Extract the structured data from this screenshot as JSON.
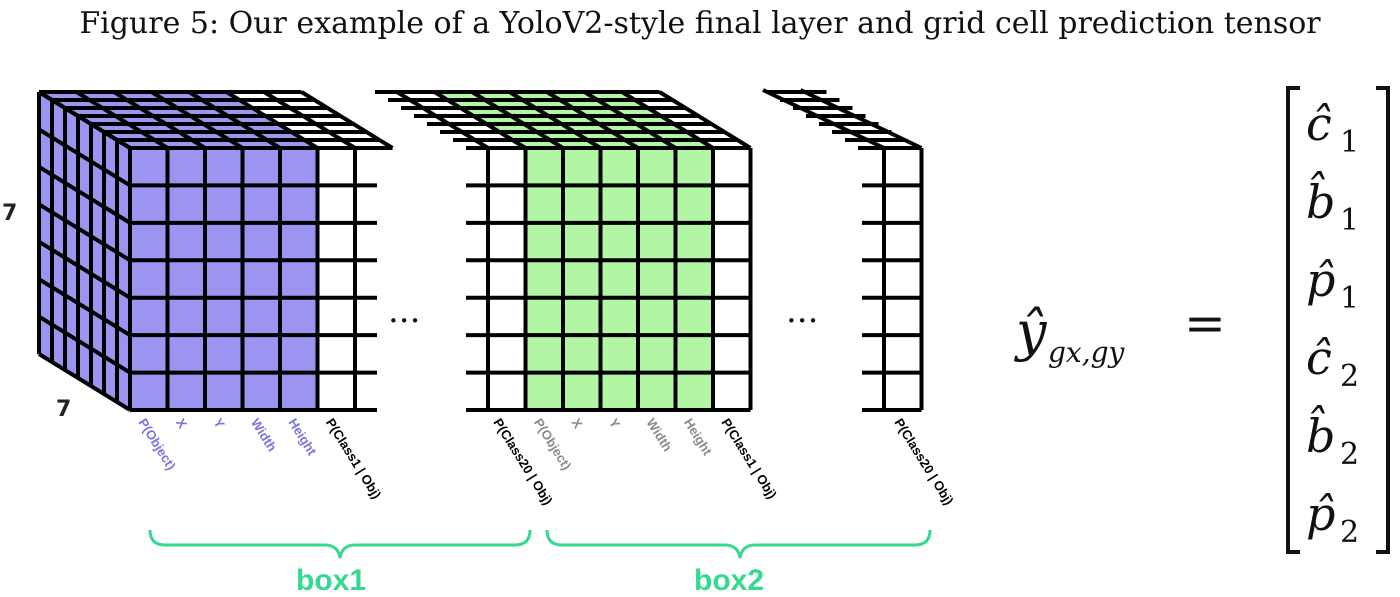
{
  "caption": "Figure 5: Our example of a YoloV2-style final layer and grid cell prediction tensor",
  "dims": {
    "height": "7",
    "width": "7"
  },
  "ellipsis": "...",
  "box1": {
    "label": "box1",
    "box_labels": [
      "P(Object)",
      "X",
      "Y",
      "Width",
      "Height"
    ],
    "first_class": "P(Class1 | Obj)",
    "last_class": "P(Class20 | Obj)"
  },
  "box2": {
    "label": "box2",
    "box_labels": [
      "P(Object)",
      "X",
      "Y",
      "Width",
      "Height"
    ],
    "first_class": "P(Class1 | Obj)",
    "last_class": "P(Class20 | Obj)"
  },
  "equation": {
    "lhs_main": "ŷ",
    "lhs_sub": "gx,gy",
    "equals": "=",
    "vector": [
      {
        "sym": "ĉ",
        "sub": "1"
      },
      {
        "sym": "b̂",
        "sub": "1"
      },
      {
        "sym": "p̂",
        "sub": "1"
      },
      {
        "sym": "ĉ",
        "sub": "2"
      },
      {
        "sym": "b̂",
        "sub": "2"
      },
      {
        "sym": "p̂",
        "sub": "2"
      }
    ]
  },
  "colors": {
    "box1_fill": "#9b94f0",
    "box2_fill": "#b2f5a4",
    "box1_text": "#7b74e0",
    "box2_text": "#8a8a8a",
    "brace": "#35d98f",
    "grid": "#000000"
  }
}
